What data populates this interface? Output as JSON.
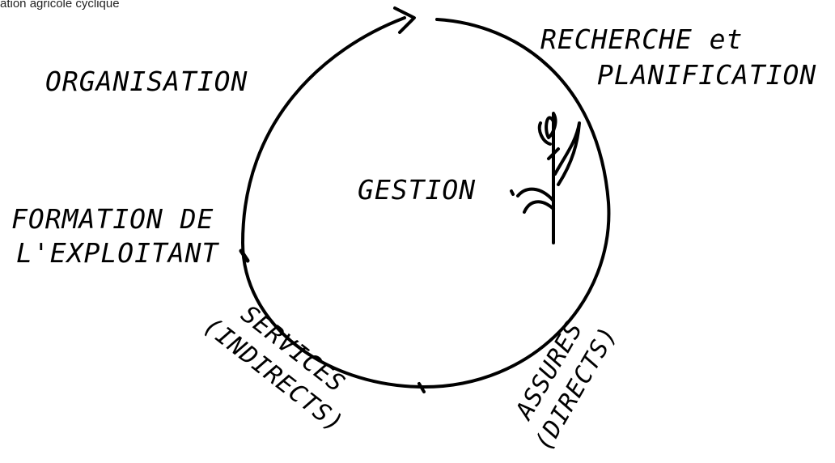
{
  "caption": "ation agricole cyclique",
  "diagram": {
    "center_label": "GESTION",
    "stages": {
      "recherche_line1": "RECHERCHE et",
      "recherche_line2": "PLANIFICATION",
      "organisation": "ORGANISATION",
      "formation_line1": "FORMATION DE",
      "formation_line2": "L'EXPLOITANT",
      "services_line1": "SERVICES",
      "services_line2": "(INDIRECTS)",
      "assures_line1": "ASSURES",
      "assures_line2": "(DIRECTS)"
    },
    "center_icon": "plant-icon"
  }
}
